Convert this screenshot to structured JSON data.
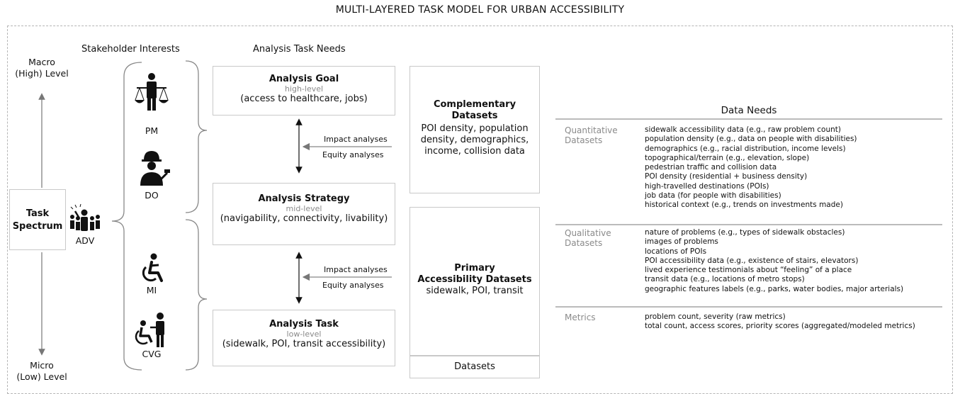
{
  "title": "MULTI-LAYERED TASK MODEL FOR URBAN ACCESSIBILITY",
  "spectrum": {
    "top_label": [
      "Macro",
      "(High) Level"
    ],
    "bottom_label": [
      "Micro",
      "(Low) Level"
    ],
    "box_label": [
      "Task",
      "Spectrum"
    ]
  },
  "stakeholders": {
    "heading": "Stakeholder Interests",
    "roles": [
      {
        "label": "PM",
        "icon": "policy-maker-icon"
      },
      {
        "label": "DO",
        "icon": "department-official-icon"
      },
      {
        "label": "ADV",
        "icon": "advocate-icon"
      },
      {
        "label": "MI",
        "icon": "wheelchair-icon"
      },
      {
        "label": "CVG",
        "icon": "caregiver-icon"
      }
    ]
  },
  "analysis": {
    "heading": "Analysis Task Needs",
    "boxes": [
      {
        "title": "Analysis Goal",
        "level": "high-level",
        "desc": "(access to healthcare, jobs)"
      },
      {
        "title": "Analysis Strategy",
        "level": "mid-level",
        "desc": "(navigability, connectivity, livability)"
      },
      {
        "title": "Analysis Task",
        "level": "low-level",
        "desc": "(sidewalk, POI, transit accessibility)"
      }
    ],
    "arrow_labels": [
      "Impact analyses",
      "Equity analyses"
    ]
  },
  "datasets": {
    "complementary": {
      "title": [
        "Complementary",
        "Datasets"
      ],
      "desc": [
        "POI density, population",
        "density, demographics,",
        "income, collision data"
      ]
    },
    "primary": {
      "title": [
        "Primary",
        "Accessibility Datasets"
      ],
      "desc": [
        "sidewalk, POI, transit"
      ]
    },
    "footer": "Datasets"
  },
  "data_needs": {
    "heading": "Data Needs",
    "groups": [
      {
        "category": [
          "Quantitative",
          "Datasets"
        ],
        "items": [
          "sidewalk accessibility data (e.g., raw problem count)",
          "population density (e.g., data on people with disabilities)",
          "demographics (e.g., racial distribution, income levels)",
          "topographical/terrain (e.g., elevation, slope)",
          "pedestrian traffic and collision data",
          "POI density (residential + business density)",
          "high-travelled destinations (POIs)",
          "job data (for people with disabilities)",
          "historical context (e.g., trends on investments made)"
        ]
      },
      {
        "category": [
          "Qualitative",
          "Datasets"
        ],
        "items": [
          "nature of problems (e.g., types of sidewalk obstacles)",
          "images of problems",
          "locations of POIs",
          "POI accessibility data (e.g., existence of stairs, elevators)",
          "lived experience testimonials about “feeling” of a place",
          "transit data (e.g., locations of metro stops)",
          "geographic features labels (e.g., parks, water bodies, major arterials)"
        ]
      },
      {
        "category": [
          "Metrics"
        ],
        "items": [
          "problem count, severity (raw metrics)",
          "total count, access scores, priority scores (aggregated/modeled metrics)"
        ]
      }
    ]
  },
  "colors": {
    "box_border": "#c9c9c9",
    "muted_text": "#8a8a8a",
    "rule": "#bbbbbb",
    "icon": "#111111"
  }
}
